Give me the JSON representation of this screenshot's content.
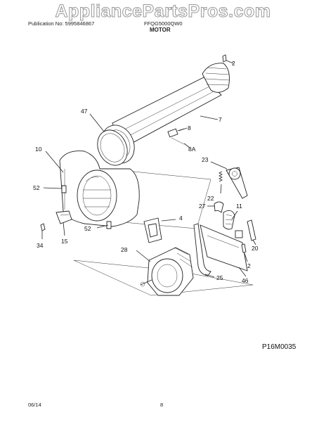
{
  "watermark": "AppliancePartsPros.com",
  "header": {
    "publication": "Publication No: 5995846867",
    "model": "FFQG5000QW0",
    "section": "MOTOR"
  },
  "figure_code": "P16M0035",
  "footer": {
    "date": "06/14",
    "page": "8"
  },
  "callouts": {
    "c2_top": "2",
    "c47": "47",
    "c7": "7",
    "c8": "8",
    "c8a": "8A",
    "c10": "10",
    "c23": "23",
    "c52_top": "52",
    "c22": "22",
    "c4": "4",
    "c27": "27",
    "c11": "11",
    "c52_bottom": "52",
    "c34": "34",
    "c15": "15",
    "c20": "20",
    "c28": "28",
    "c2_bottom": "2",
    "c25": "25",
    "c46": "46"
  }
}
